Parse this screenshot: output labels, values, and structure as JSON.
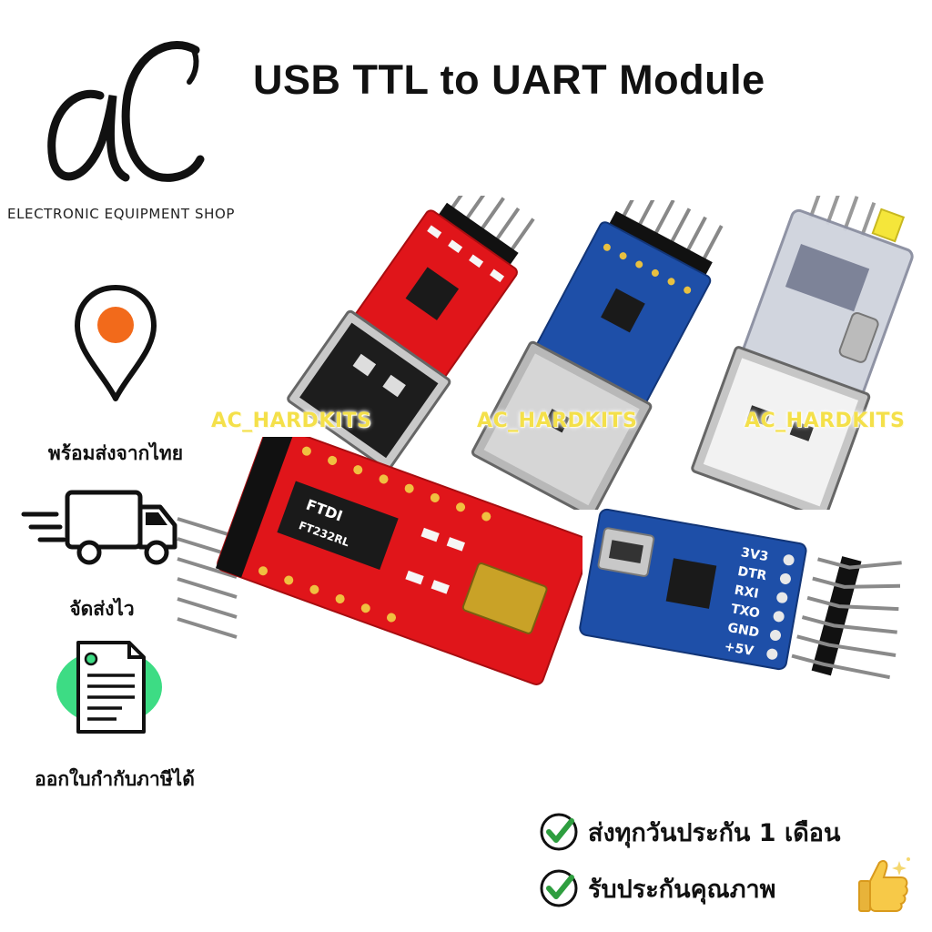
{
  "brand": {
    "logo_text": "aC",
    "tagline": "ELECTRONIC EQUIPMENT SHOP"
  },
  "title": "USB TTL to UART Module",
  "features": [
    {
      "label": "พร้อมส่งจากไทย",
      "icon": "location-pin-icon"
    },
    {
      "label": "จัดส่งไว",
      "icon": "delivery-truck-icon"
    },
    {
      "label": "ออกใบกำกับภาษีได้",
      "icon": "invoice-document-icon"
    }
  ],
  "watermark": "AC_HARDKITS",
  "benefits": [
    {
      "text": "ส่งทุกวันประกัน 1 เดือน",
      "icon": "check-circle-icon"
    },
    {
      "text": "รับประกันคุณภาพ",
      "icon": "check-circle-icon"
    }
  ],
  "products": {
    "cp2102_pins": [
      "3V3",
      "DTR",
      "RXI",
      "TXO",
      "GND",
      "+5V"
    ],
    "ftdi_chip_text": "FTDI",
    "ftdi_chip_model": "FT232RL"
  },
  "colors": {
    "accent_orange": "#f26a1b",
    "check_green": "#2e9e3f",
    "doc_green": "#3ddc84",
    "pcb_red": "#e0151a",
    "pcb_blue": "#1e4fa8",
    "watermark_yellow": "#f4e04a"
  }
}
